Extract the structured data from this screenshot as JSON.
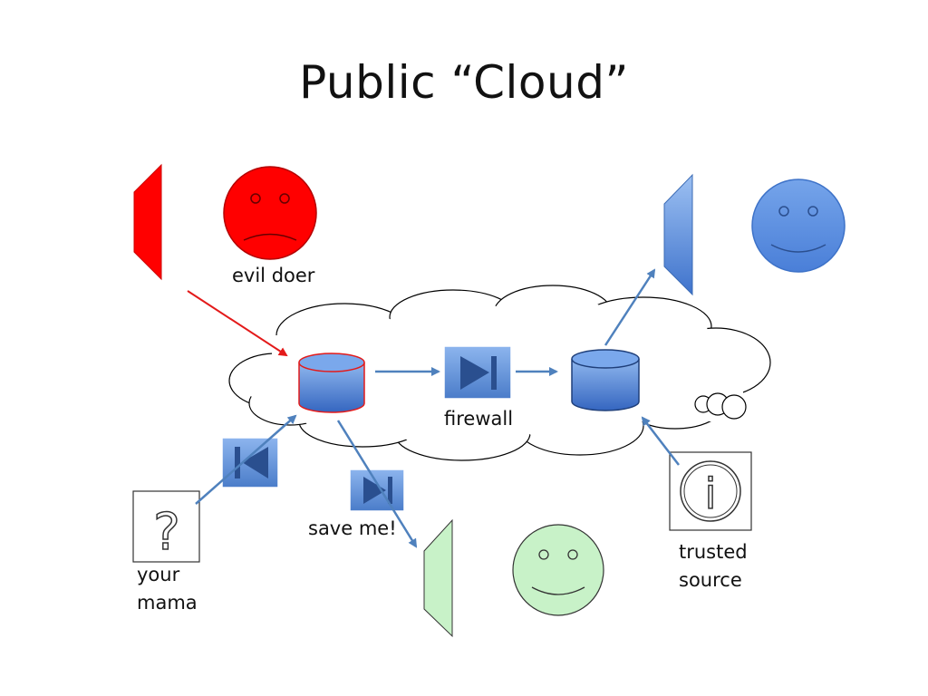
{
  "slide": {
    "title": "Public “Cloud”"
  },
  "labels": {
    "evil_doer": "evil doer",
    "firewall": "firewall",
    "save_me": "save me!",
    "your_mama_line1": "your",
    "your_mama_line2": "mama",
    "trusted_source_line1": "trusted",
    "trusted_source_line2": "source"
  },
  "icons": {
    "unknown_glyph": "?",
    "info_glyph": "i"
  },
  "colors": {
    "evil": "#ff0000",
    "trusted": "#4f86d8",
    "friendly": "#c8f2c8",
    "cloud_outline": "#000000",
    "arrow_blue": "#4f81bd",
    "arrow_red": "#e31a1a",
    "db_fill": "#4a7ed6",
    "button_fill": "#5b8fd8"
  }
}
